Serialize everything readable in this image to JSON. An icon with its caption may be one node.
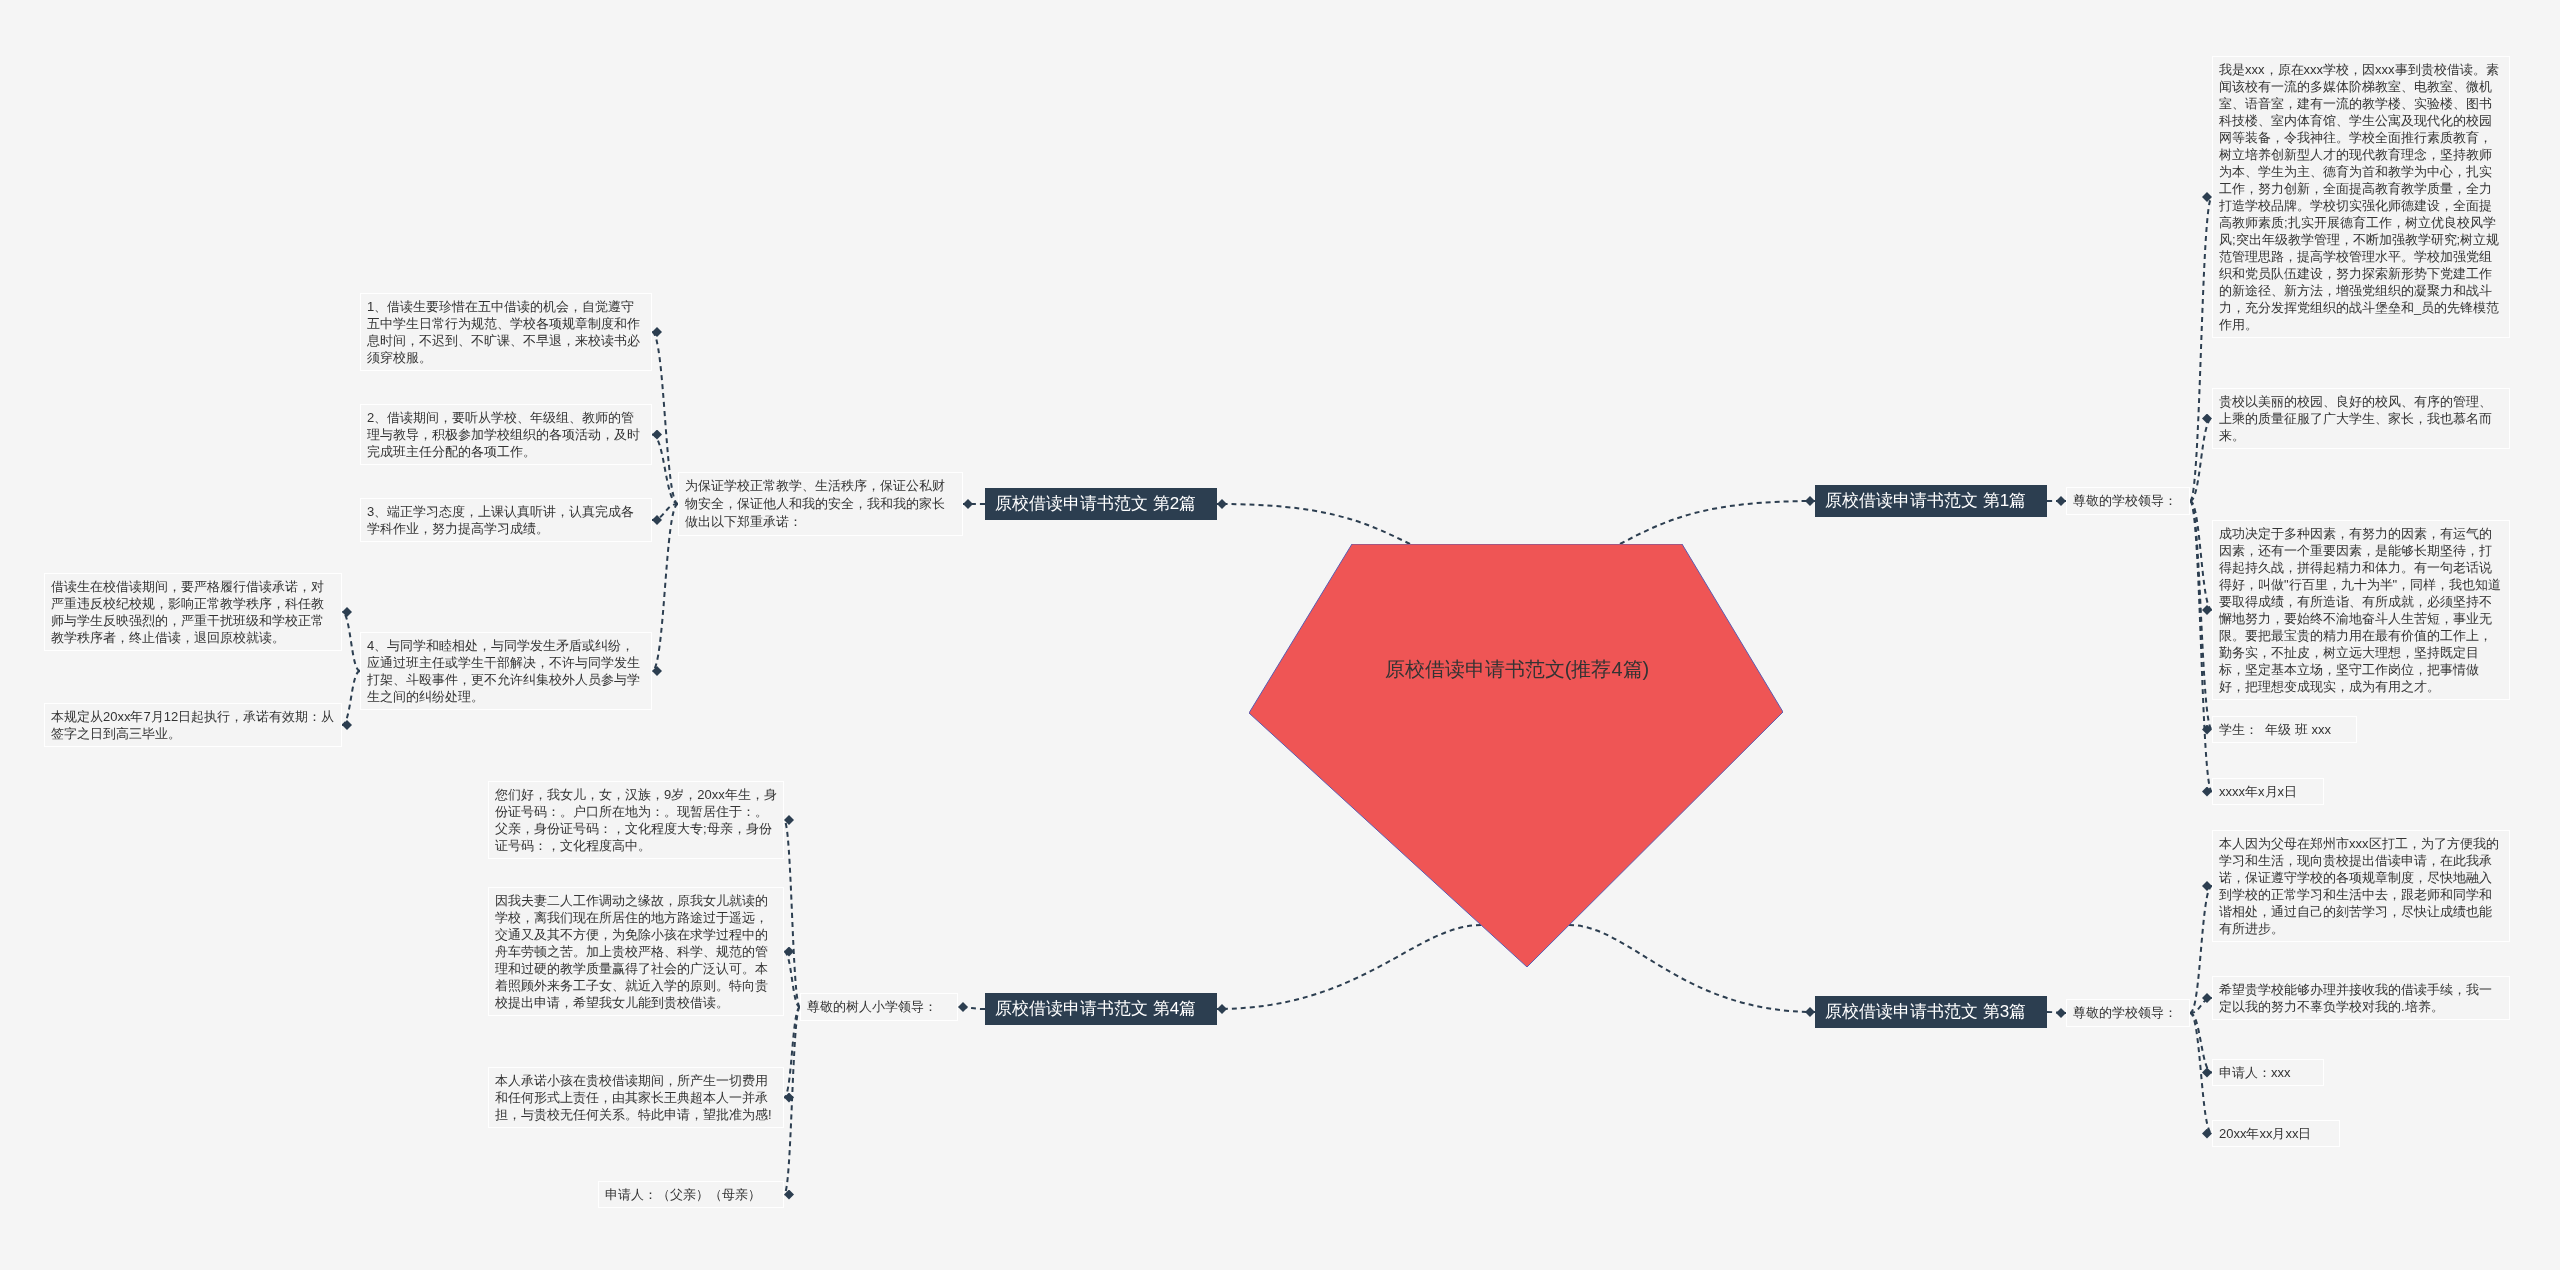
{
  "diagram": {
    "nodes": [
      {
        "text": [
          "原校借读申请书范文(推荐4篇)"
        ]
      },
      {
        "text": [
          "原校借读申请书范文 第1篇"
        ]
      },
      {
        "text": [
          "尊敬的学校领导："
        ]
      },
      {
        "text": [
          "我是xxx，原在xxx学校，因xxx事到贵校借读。素闻该校有一流的多媒体阶梯教室、电教室、微机室、语音室，建有一流的教学楼、实验楼、图书科技楼、室内体育馆、学生公寓及现代化的校园网等装备，令我神往。学校全面推行素质教育，树立培养创新型人才的现代教育理念，坚持教师为本、学生为主、德育为首和教学为中心，扎实工作，努力创新，全面提高教育教学质量，全力打造学校品牌。学校切实强化师德建设，全面提高教师素质;扎实开展德育工作，树立优良校风学风;突出年级教学管理，不断加强教学研究;树立规范管理思路，提高学校管理水平。学校加强党组织和党员队伍建设，努力探索新形势下党建工作的新途径、新方法，增强党组织的凝聚力和战斗力，充分发挥党组织的战斗堡垒和_员的先锋模范作用。"
        ]
      },
      {
        "text": [
          "贵校以美丽的校园、良好的校风、有序的管理、上乘的质量征服了广大学生、家长，我也慕名而来。"
        ]
      },
      {
        "text": [
          "成功决定于多种因素，有努力的因素，有运气的因素，还有一个重要因素，是能够长期坚待，打得起持久战，拼得起精力和体力。有一句老话说得好，叫做\"行百里，九十为半\"，同样，我也知道要取得成绩，有所造诣、有所成就，必须坚持不懈地努力，要始终不渝地奋斗人生苦短，事业无限。要把最宝贵的精力用在最有价值的工作上，勤务实，不扯皮，树立远大理想，坚持既定目标，坚定基本立场，坚守工作岗位，把事情做好，把理想变成现实，成为有用之才。"
        ]
      },
      {
        "text": [
          "学生：  年级 班 xxx"
        ]
      },
      {
        "text": [
          "xxxx年x月x日"
        ]
      },
      {
        "text": [
          "原校借读申请书范文 第2篇"
        ]
      },
      {
        "text": [
          "为保证学校正常教学、生活秩序，保证公私财物安全，保证他人和我的安全，我和我的家长做出以下郑重承诺："
        ]
      },
      {
        "text": [
          "1、借读生要珍惜在五中借读的机会，自觉遵守五中学生日常行为规范、学校各项规章制度和作息时间，不迟到、不旷课、不早退，来校读书必须穿校服。"
        ]
      },
      {
        "text": [
          "2、借读期间，要听从学校、年级组、教师的管理与教导，积极参加学校组织的各项活动，及时完成班主任分配的各项工作。"
        ]
      },
      {
        "text": [
          "3、端正学习态度，上课认真听讲，认真完成各学科作业，努力提高学习成绩。"
        ]
      },
      {
        "text": [
          "4、与同学和睦相处，与同学发生矛盾或纠纷，应通过班主任或学生干部解决，不许与同学发生打架、斗殴事件，更不允许纠集校外人员参与学生之间的纠纷处理。"
        ]
      },
      {
        "text": [
          "借读生在校借读期间，要严格履行借读承诺，对严重违反校纪校规，影响正常教学秩序，科任教师与学生反映强烈的，严重干扰班级和学校正常教学秩序者，终止借读，退回原校就读。"
        ]
      },
      {
        "text": [
          "本规定从20xx年7月12日起执行，承诺有效期：从签字之日到高三毕业。"
        ]
      },
      {
        "text": [
          "原校借读申请书范文 第3篇"
        ]
      },
      {
        "text": [
          "尊敬的学校领导："
        ]
      },
      {
        "text": [
          "本人因为父母在郑州市xxx区打工，为了方便我的学习和生活，现向贵校提出借读申请，在此我承诺，保证遵守学校的各项规章制度，尽快地融入到学校的正常学习和生活中去，跟老师和同学和谐相处，通过自己的刻苦学习，尽快让成绩也能有所进步。"
        ]
      },
      {
        "text": [
          "希望贵学校能够办理并接收我的借读手续，我一定以我的努力不辜负学校对我的.培养。"
        ]
      },
      {
        "text": [
          "申请人：xxx"
        ]
      },
      {
        "text": [
          "20xx年xx月xx日"
        ]
      },
      {
        "text": [
          "原校借读申请书范文 第4篇"
        ]
      },
      {
        "text": [
          "尊敬的树人小学领导："
        ]
      },
      {
        "text": [
          "您们好，我女儿，女，汉族，9岁，20xx年生，身份证号码：。户口所在地为：。现暂居住于：。父亲，身份证号码：，文化程度大专;母亲，身份证号码：，文化程度高中。"
        ]
      },
      {
        "text": [
          "因我夫妻二人工作调动之缘故，原我女儿就读的学校，离我们现在所居住的地方路途过于遥远，交通又及其不方便，为免除小孩在求学过程中的舟车劳顿之苦。加上贵校严格、科学、规范的管理和过硬的教学质量赢得了社会的广泛认可。本着照顾外来务工子女、就近入学的原则。特向贵校提出申请，希望我女儿能到贵校借读。"
        ]
      },
      {
        "text": [
          "本人承诺小孩在贵校借读期间，所产生一切费用和任何形式上责任，由其家长王典超本人一并承担，与贵校无任何关系。特此申请，望批准为感!"
        ]
      },
      {
        "text": [
          "申请人：（父亲）（母亲）"
        ]
      }
    ],
    "edges": [
      {
        "from": 0,
        "to": 1,
        "arrow": "other",
        "style": "dashed"
      },
      {
        "from": 1,
        "to": 2,
        "arrow": "other",
        "style": "dashed"
      },
      {
        "from": 2,
        "to": 3,
        "arrow": "other",
        "style": "dashed"
      },
      {
        "from": 2,
        "to": 4,
        "arrow": "other",
        "style": "dashed"
      },
      {
        "from": 2,
        "to": 5,
        "arrow": "other",
        "style": "dashed"
      },
      {
        "from": 2,
        "to": 6,
        "arrow": "other",
        "style": "dashed"
      },
      {
        "from": 2,
        "to": 7,
        "arrow": "other",
        "style": "dashed"
      },
      {
        "from": 0,
        "to": 8,
        "arrow": "other",
        "style": "dashed"
      },
      {
        "from": 8,
        "to": 9,
        "arrow": "other",
        "style": "dashed"
      },
      {
        "from": 9,
        "to": 10,
        "arrow": "other",
        "style": "dashed"
      },
      {
        "from": 9,
        "to": 11,
        "arrow": "other",
        "style": "dashed"
      },
      {
        "from": 9,
        "to": 12,
        "arrow": "other",
        "style": "dashed"
      },
      {
        "from": 9,
        "to": 13,
        "arrow": "other",
        "style": "dashed"
      },
      {
        "from": 13,
        "to": 14,
        "arrow": "other",
        "style": "dashed"
      },
      {
        "from": 13,
        "to": 15,
        "arrow": "other",
        "style": "dashed"
      },
      {
        "from": 0,
        "to": 16,
        "arrow": "other",
        "style": "dashed"
      },
      {
        "from": 16,
        "to": 17,
        "arrow": "other",
        "style": "dashed"
      },
      {
        "from": 17,
        "to": 18,
        "arrow": "other",
        "style": "dashed"
      },
      {
        "from": 17,
        "to": 19,
        "arrow": "other",
        "style": "dashed"
      },
      {
        "from": 17,
        "to": 20,
        "arrow": "other",
        "style": "dashed"
      },
      {
        "from": 17,
        "to": 21,
        "arrow": "other",
        "style": "dashed"
      },
      {
        "from": 0,
        "to": 22,
        "arrow": "other",
        "style": "dashed"
      },
      {
        "from": 22,
        "to": 23,
        "arrow": "other",
        "style": "dashed"
      },
      {
        "from": 23,
        "to": 24,
        "arrow": "other",
        "style": "dashed"
      },
      {
        "from": 23,
        "to": 25,
        "arrow": "other",
        "style": "dashed"
      },
      {
        "from": 23,
        "to": 26,
        "arrow": "other",
        "style": "dashed"
      },
      {
        "from": 23,
        "to": 27,
        "arrow": "other",
        "style": "dashed"
      }
    ]
  }
}
